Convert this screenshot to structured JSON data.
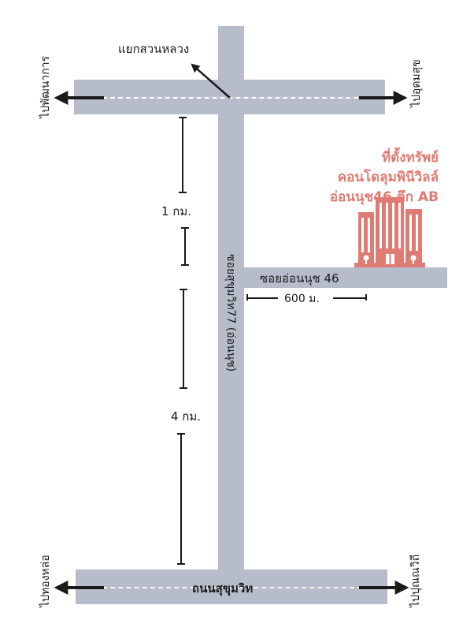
{
  "map": {
    "junction_label": "แยกสวนหลวง",
    "to_phatthanakan": "ไปพัฒนาการ",
    "to_udomsuk": "ไปอุดมสุข",
    "to_thonglor": "ไปทองหล่อ",
    "to_punnawithi": "ไปปุณณวิถี",
    "main_road": "ถนนสุขุมวิท",
    "soi_road": "ซอยสุขุมวิท77 (อ่อนนุช)",
    "side_soi": "ซอยอ่อนนุช 46",
    "dist_1km": "1 กม.",
    "dist_4km": "4 กม.",
    "dist_600m": "600 ม.",
    "property_line1": "ที่ตั้งทรัพย์",
    "property_line2": "คอนโดลุมพินีวิลล์",
    "property_line3": "อ่อนนุช46 ตึก AB",
    "accent_color": "#e07b73",
    "road_color": "#b7bccb",
    "icons": [
      "arrow-left-icon",
      "arrow-right-icon",
      "building-icon"
    ]
  }
}
